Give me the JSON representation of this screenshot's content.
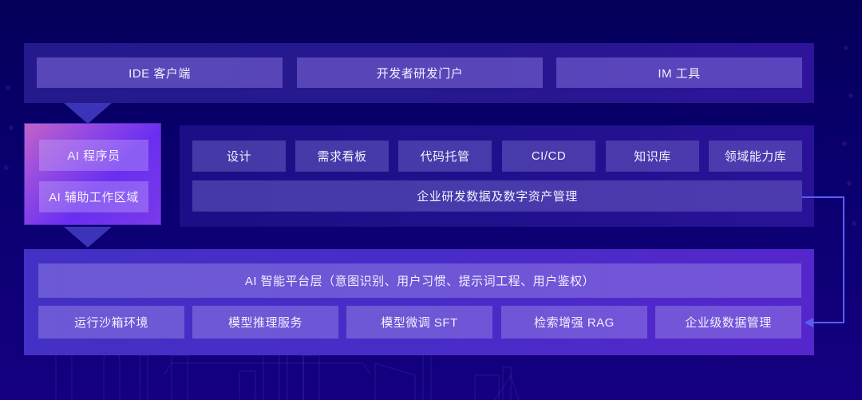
{
  "diagram": {
    "top_layer": {
      "items": [
        {
          "label": "IDE 客户端"
        },
        {
          "label": "开发者研发门户"
        },
        {
          "label": "IM 工具"
        }
      ]
    },
    "ai_assistant": {
      "items": [
        {
          "label": "AI 程序员"
        },
        {
          "label": "AI 辅助工作区域"
        }
      ]
    },
    "middle_layer": {
      "items": [
        {
          "label": "设计"
        },
        {
          "label": "需求看板"
        },
        {
          "label": "代码托管"
        },
        {
          "label": "CI/CD"
        },
        {
          "label": "知识库"
        },
        {
          "label": "领域能力库"
        }
      ],
      "data_management": {
        "label": "企业研发数据及数字资产管理"
      }
    },
    "bottom_layer": {
      "platform": {
        "label": "AI 智能平台层（意图识别、用户习惯、提示词工程、用户鉴权）"
      },
      "items": [
        {
          "label": "运行沙箱环境"
        },
        {
          "label": "模型推理服务"
        },
        {
          "label": "模型微调 SFT"
        },
        {
          "label": "检索增强 RAG"
        },
        {
          "label": "企业级数据管理"
        }
      ]
    },
    "connector": {
      "from": "企业研发数据及数字资产管理",
      "to": "企业级数据管理",
      "color": "#5a5ff0"
    },
    "colors": {
      "background": "#06005e",
      "top_panel": "#261790",
      "middle_panel": "#1f108a",
      "ai_box_start": "#c262c8",
      "ai_box_end": "#6a2ef0",
      "bottom_panel": "#472dc6",
      "arrow": "#3b34b8"
    }
  }
}
